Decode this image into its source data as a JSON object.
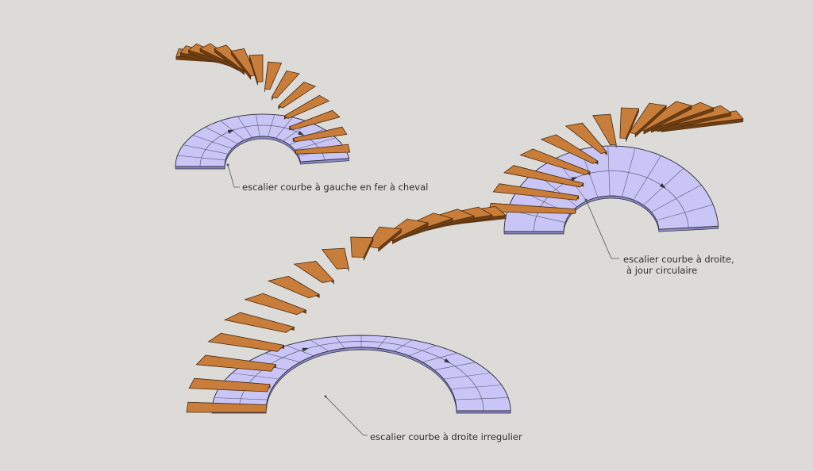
{
  "canvas": {
    "background": "#dcdbd7"
  },
  "colors": {
    "tread_top": "#c97d3b",
    "tread_side": "#6f3f14",
    "tread_edge": "#4a2a0c",
    "plan_fill": "#c9c6f7",
    "plan_edge": "#2a2a3a",
    "plan_grid": "#5a5a78",
    "leader": "#555555"
  },
  "stairs": [
    {
      "id": "left-curve-horseshoe",
      "label": "escalier courbe à gauche en fer à cheval",
      "label_lines": [
        "escalier courbe à gauche en fer à cheval"
      ],
      "turn_direction": "gauche",
      "shape": "fer à cheval"
    },
    {
      "id": "right-curve-circular-well",
      "label": "escalier courbe à droite, à jour circulaire",
      "label_lines": [
        "escalier courbe à droite,",
        "à jour circulaire"
      ],
      "turn_direction": "droite",
      "shape": "jour circulaire"
    },
    {
      "id": "right-curve-irregular",
      "label": "escalier courbe à droite irregulier",
      "label_lines": [
        "escalier courbe à droite irregulier"
      ],
      "turn_direction": "droite",
      "shape": "irregulier"
    }
  ]
}
